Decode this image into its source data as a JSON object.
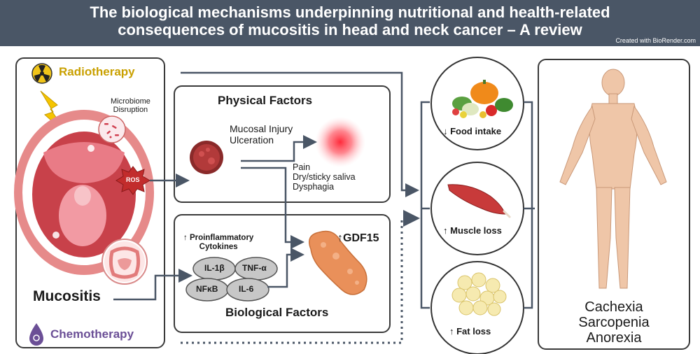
{
  "header": {
    "title_line1": "The biological mechanisms underpinning nutritional and health-related",
    "title_line2": "consequences of mucositis in head and neck cancer – A review",
    "credit": "Created with BioRender.com"
  },
  "left_panel": {
    "radiotherapy": "Radiotherapy",
    "microbiome_line1": "Microbiome",
    "microbiome_line2": "Disruption",
    "ros": "ROS",
    "mucositis": "Mucositis",
    "chemotherapy": "Chemotherapy"
  },
  "physical": {
    "title": "Physical Factors",
    "injury_line1": "Mucosal Injury",
    "injury_line2": "Ulceration",
    "pain": "Pain",
    "saliva": "Dry/sticky saliva",
    "dysphagia": "Dysphagia"
  },
  "biological": {
    "proinf_line1": "↑ Proinflammatory",
    "proinf_line2": "Cytokines",
    "gdf15": "↑GDF15",
    "cytokines": [
      "IL-1β",
      "TNF-α",
      "NFκB",
      "IL-6"
    ],
    "title": "Biological Factors"
  },
  "outcomes": {
    "food": "↓ Food intake",
    "muscle": "↑ Muscle loss",
    "fat": "↑ Fat loss"
  },
  "consequences": [
    "Cachexia",
    "Sarcopenia",
    "Anorexia"
  ],
  "colors": {
    "header_bg": "#4a5666",
    "radiotherapy": "#c9a000",
    "chemotherapy": "#6b4f96",
    "arrow": "#4a5666",
    "gdf15": "#e9905a"
  }
}
